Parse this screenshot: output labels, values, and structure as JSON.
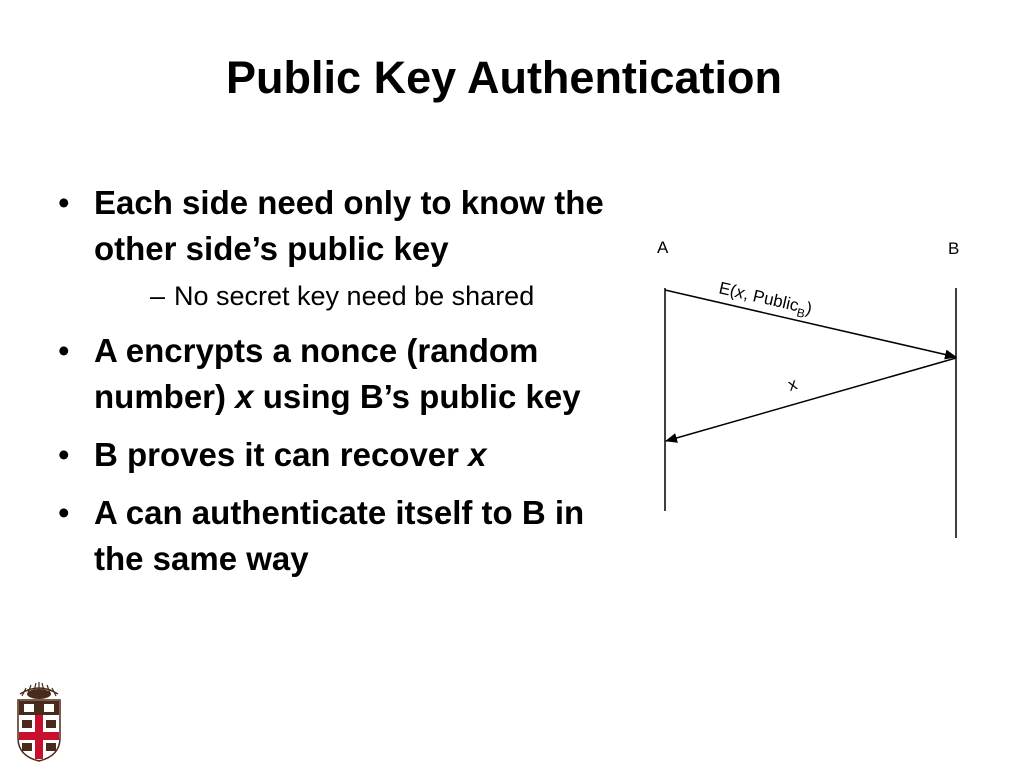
{
  "slide": {
    "title": "Public Key Authentication",
    "bullet_glyph": "•",
    "sub_glyph": "–",
    "bullets": [
      {
        "parts": [
          "Each side need only to know the other side’s public key"
        ],
        "sub": "No secret key need be shared"
      },
      {
        "parts": [
          "A encrypts a nonce (random number) ",
          "x",
          " using B’s public key"
        ]
      },
      {
        "parts": [
          "B proves it can recover ",
          "x"
        ]
      },
      {
        "parts": [
          "A can authenticate itself to B in the same way"
        ]
      }
    ]
  },
  "diagram": {
    "party_a": "A",
    "party_b": "B",
    "msg1_prefix": "E(",
    "msg1_var": "x",
    "msg1_mid": ", Public",
    "msg1_sub": "B",
    "msg1_suffix": ")",
    "msg2": "x"
  },
  "logo": {
    "name": "university-crest",
    "colors": {
      "red": "#c8102e",
      "dark": "#4a2a1a"
    }
  }
}
